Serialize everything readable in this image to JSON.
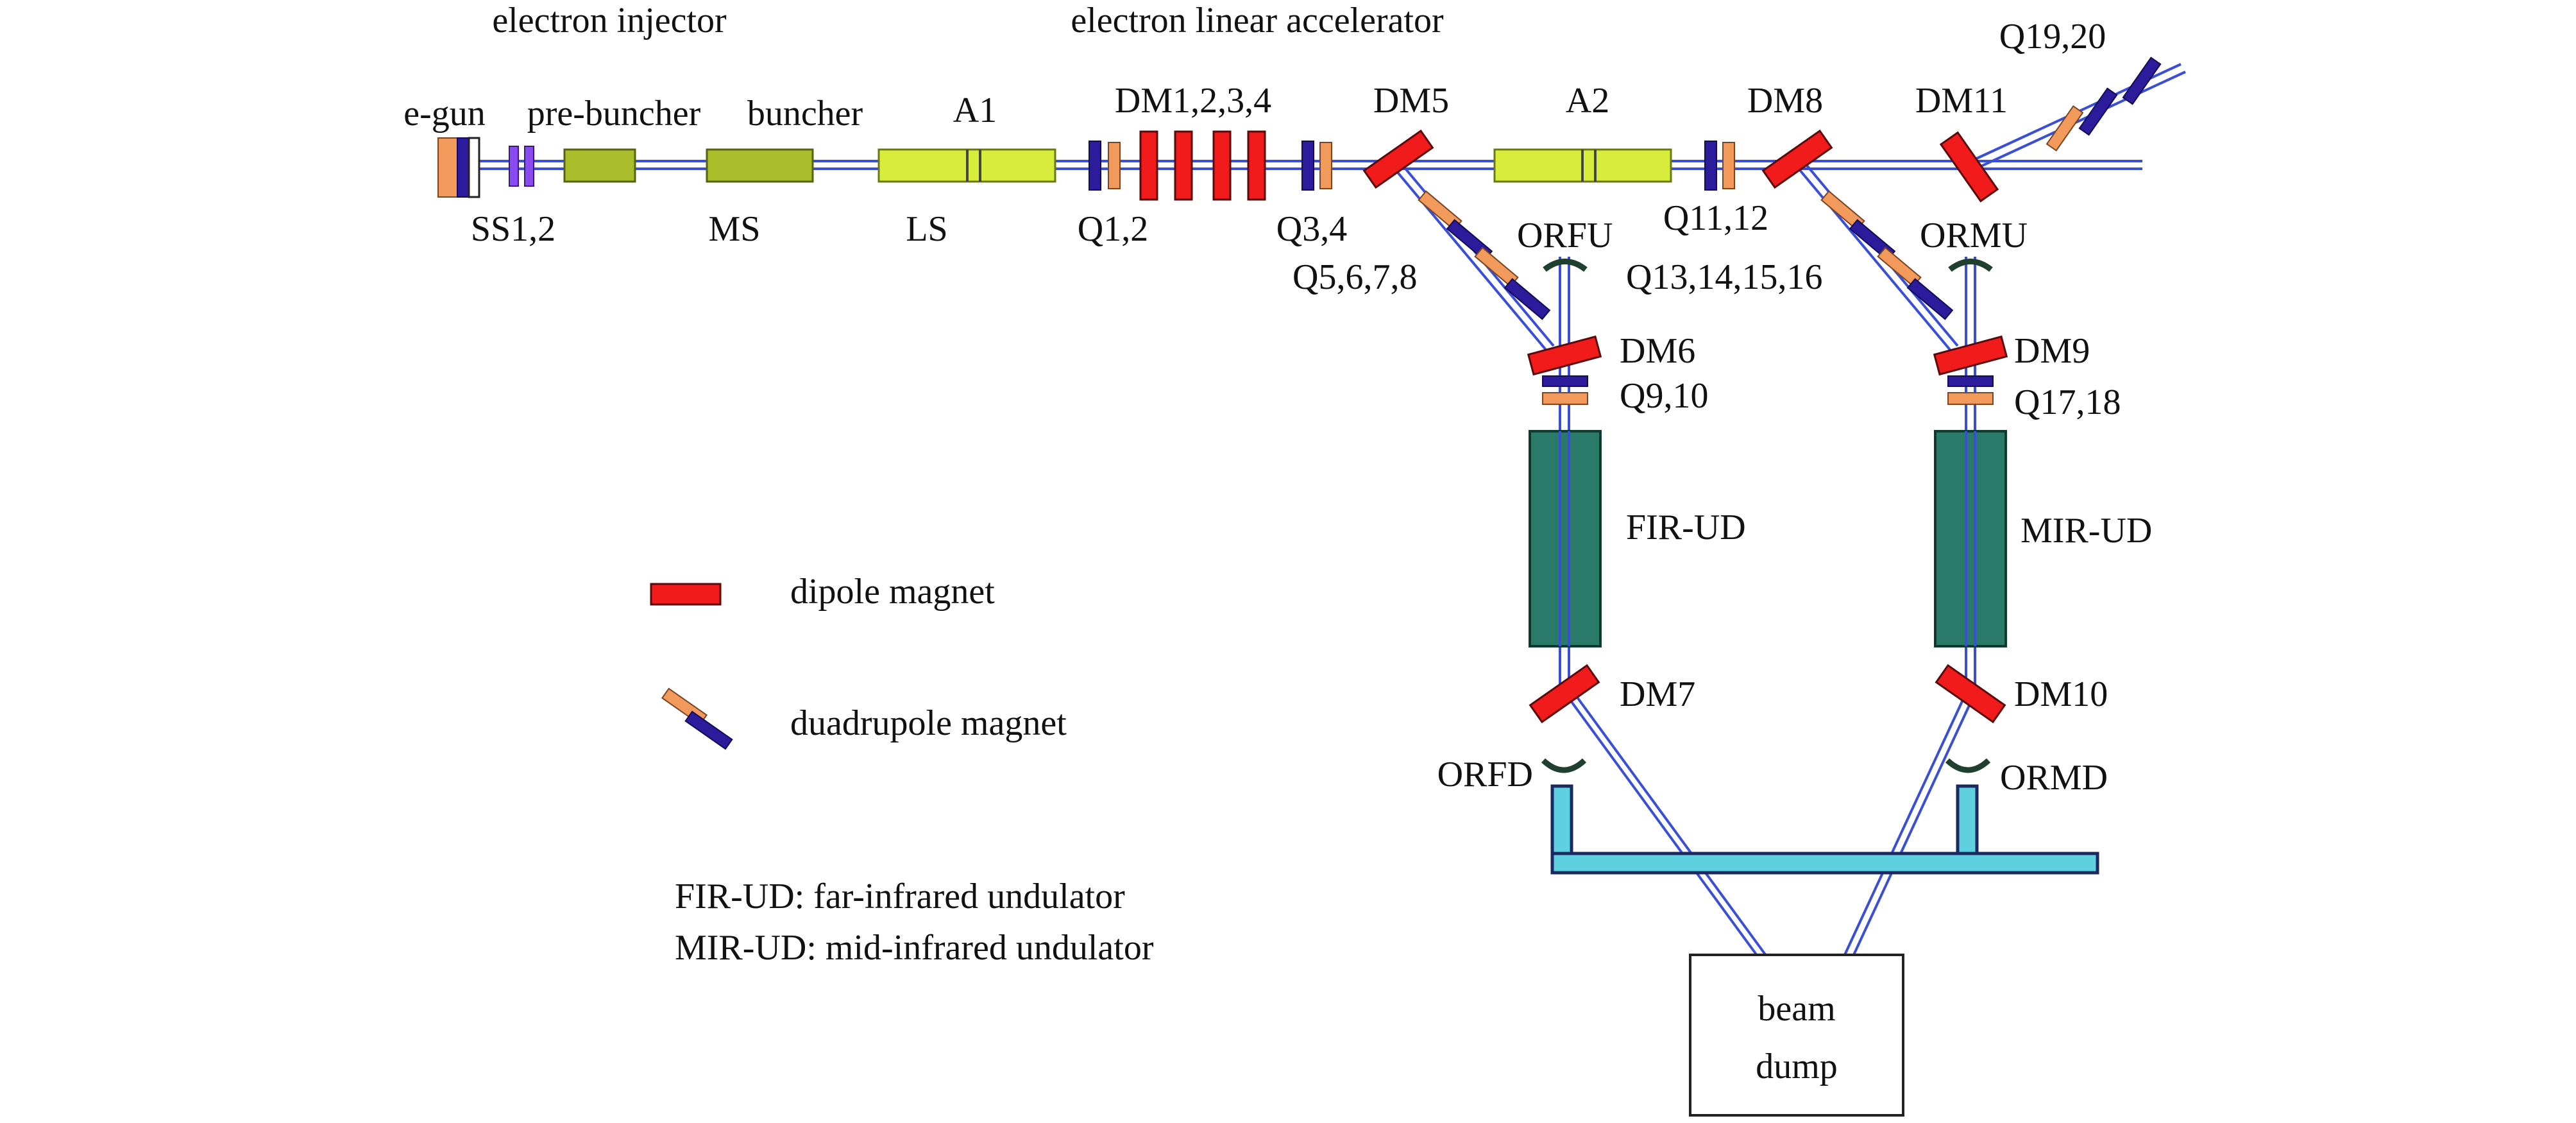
{
  "sections": {
    "injector": "electron injector",
    "linac": "electron linear accelerator"
  },
  "components": {
    "egun": "e-gun",
    "prebuncher": "pre-buncher",
    "buncher": "buncher",
    "a1": "A1",
    "dm1234": "DM1,2,3,4",
    "dm5": "DM5",
    "a2": "A2",
    "dm8": "DM8",
    "dm11": "DM11",
    "q1920": "Q19,20",
    "ss12": "SS1,2",
    "ms": "MS",
    "ls": "LS",
    "q12": "Q1,2",
    "q34": "Q3,4",
    "q1112": "Q11,12",
    "q5678": "Q5,6,7,8",
    "orfu": "ORFU",
    "q13141516": "Q13,14,15,16",
    "ormu": "ORMU",
    "dm6": "DM6",
    "q910": "Q9,10",
    "dm9": "DM9",
    "q1718": "Q17,18",
    "firud": "FIR-UD",
    "mirud": "MIR-UD",
    "dm7": "DM7",
    "dm10": "DM10",
    "orfd": "ORFD",
    "ormd": "ORMD",
    "beamdump_line1": "beam",
    "beamdump_line2": "dump"
  },
  "legend": {
    "dipole": "dipole magnet",
    "quadrupole": "duadrupole magnet",
    "firud_note": "FIR-UD: far-infrared undulator",
    "mirud_note": "MIR-UD: mid-infrared undulator"
  },
  "colors": {
    "beam": "#3a4fd6",
    "dipole": "#f11b1b",
    "quad_orange": "#f19a5c",
    "quad_blue": "#2c1b9a",
    "accelerator": "#d8ec3c",
    "buncher": "#a9bd2b",
    "undulator": "#2a7a6a",
    "ir_line": "#5fd0e0"
  }
}
